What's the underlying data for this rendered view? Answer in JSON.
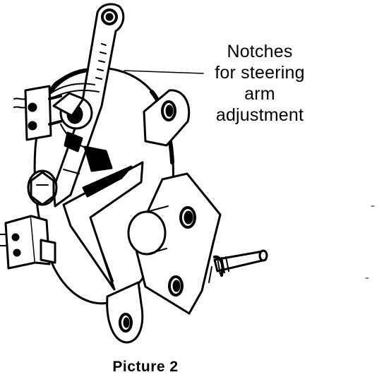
{
  "callout": {
    "lines": [
      "Notches",
      "for steering",
      "arm",
      "adjustment"
    ]
  },
  "caption": "Picture 2"
}
